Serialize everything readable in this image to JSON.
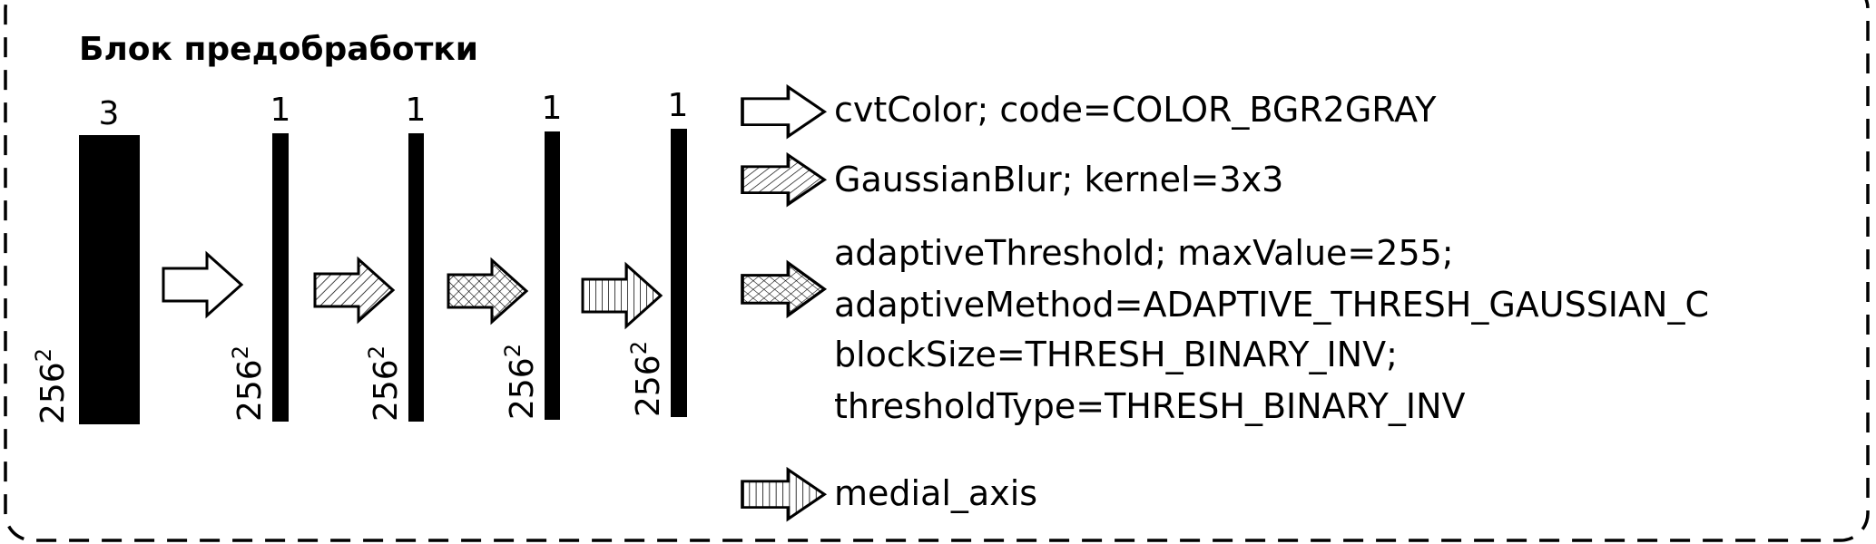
{
  "title": "Блок предобработки",
  "tensors": [
    {
      "channels": "3",
      "size": "256",
      "exp": "2"
    },
    {
      "channels": "1",
      "size": "256",
      "exp": "2"
    },
    {
      "channels": "1",
      "size": "256",
      "exp": "2"
    },
    {
      "channels": "1",
      "size": "256",
      "exp": "2"
    },
    {
      "channels": "1",
      "size": "256",
      "exp": "2"
    }
  ],
  "legend": [
    {
      "icon": "arrow-blank-icon",
      "lines": [
        "cvtColor; code=COLOR_BGR2GRAY"
      ]
    },
    {
      "icon": "arrow-diagonal-hatch-icon",
      "lines": [
        "GaussianBlur; kernel=3x3"
      ]
    },
    {
      "icon": "arrow-crosshatch-icon",
      "lines": [
        "adaptiveThreshold;  maxValue=255;",
        "adaptiveMethod=ADAPTIVE_THRESH_GAUSSIAN_C",
        "blockSize=THRESH_BINARY_INV;",
        "thresholdType=THRESH_BINARY_INV"
      ]
    },
    {
      "icon": "arrow-vertical-lines-icon",
      "lines": [
        "medial_axis"
      ]
    }
  ]
}
